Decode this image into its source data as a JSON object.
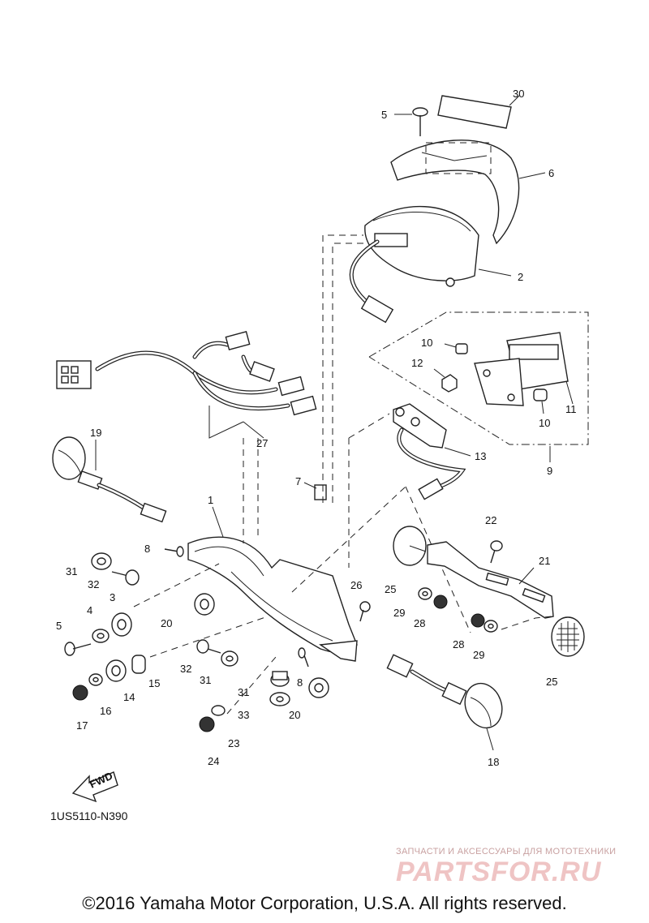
{
  "callouts": {
    "p1": "1",
    "p2": "2",
    "p3": "3",
    "p4": "4",
    "p5a": "5",
    "p5b": "5",
    "p6": "6",
    "p7": "7",
    "p8a": "8",
    "p8b": "8",
    "p9": "9",
    "p10a": "10",
    "p10b": "10",
    "p11": "11",
    "p12": "12",
    "p13": "13",
    "p14": "14",
    "p15": "15",
    "p16": "16",
    "p17": "17",
    "p18": "18",
    "p19": "19",
    "p20a": "20",
    "p20b": "20",
    "p21": "21",
    "p22": "22",
    "p23": "23",
    "p24": "24",
    "p25a": "25",
    "p25b": "25",
    "p26": "26",
    "p27": "27",
    "p28a": "28",
    "p28b": "28",
    "p29a": "29",
    "p29b": "29",
    "p30": "30",
    "p31a": "31",
    "p31b": "31",
    "p31c": "31",
    "p32a": "32",
    "p32b": "32",
    "p33": "33"
  },
  "fwd_label": "FWD",
  "drawing_code": "1US5110-N390",
  "watermark": {
    "tagline": "ЗАПЧАСТИ И АКСЕССУАРЫ ДЛЯ МОТОТЕХНИКИ",
    "logo": "PARTSFOR.RU"
  },
  "copyright": "©2016 Yamaha Motor Corporation, U.S.A. All rights reserved."
}
